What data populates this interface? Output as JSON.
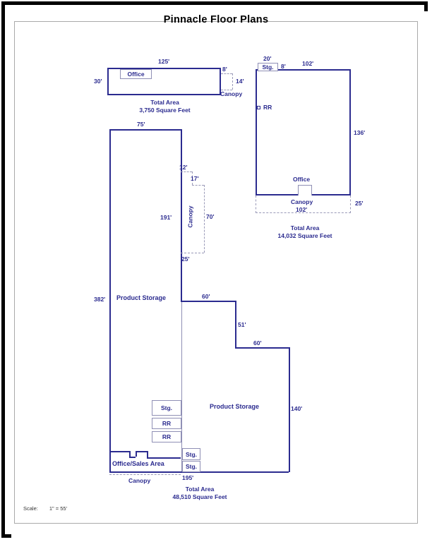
{
  "document": {
    "title": "Pinnacle Floor Plans",
    "scale_label": "Scale:",
    "scale_value": "1\" = 55'"
  },
  "buildings": [
    {
      "id": "building-top-left",
      "total_area_label": "Total Area",
      "total_area_value": "3,750 Square Feet",
      "dimensions": {
        "top_width": "125'",
        "left_height": "30'",
        "canopy_width": "8'",
        "canopy_height": "14'"
      },
      "rooms": [
        {
          "name": "office",
          "label": "Office"
        }
      ],
      "canopy_label": "Canopy"
    },
    {
      "id": "building-top-right",
      "total_area_label": "Total Area",
      "total_area_value": "14,032 Square Feet",
      "dimensions": {
        "storage_width": "20'",
        "offset": "8'",
        "top_width": "102'",
        "right_height": "136'",
        "canopy_width": "102'",
        "canopy_height": "25'"
      },
      "rooms": [
        {
          "name": "storage",
          "label": "Stg."
        },
        {
          "name": "restroom",
          "label": "RR"
        },
        {
          "name": "office",
          "label": "Office"
        }
      ],
      "canopy_label": "Canopy"
    },
    {
      "id": "building-main",
      "total_area_label": "Total Area",
      "total_area_value": "48,510 Square Feet",
      "dimensions": {
        "top_width": "75'",
        "left_height": "382'",
        "upper_right_height": "191'",
        "canopy_top_offset": "12'",
        "canopy_step": "17'",
        "canopy_height": "70'",
        "canopy_width": "25'",
        "wing_top_width": "60'",
        "wing_step_height": "51'",
        "wing_second_width": "60'",
        "wing_right_height": "140'",
        "bottom_width": "195'"
      },
      "rooms": [
        {
          "name": "product-storage-north",
          "label": "Product Storage"
        },
        {
          "name": "product-storage-east",
          "label": "Product Storage"
        },
        {
          "name": "storage-upper",
          "label": "Stg."
        },
        {
          "name": "restroom-upper",
          "label": "RR"
        },
        {
          "name": "restroom-lower",
          "label": "RR"
        },
        {
          "name": "storage-mid",
          "label": "Stg."
        },
        {
          "name": "storage-low",
          "label": "Stg."
        },
        {
          "name": "office-sales",
          "label": "Office/Sales Area"
        }
      ],
      "canopy_label_side": "Canopy",
      "canopy_label_bottom": "Canopy"
    }
  ],
  "colors": {
    "wall": "#2b2b8f",
    "room_border": "#8f8fb5",
    "dashed": "#9a9ab8",
    "frame": "#000000",
    "inner_frame": "#a9a9a9"
  }
}
